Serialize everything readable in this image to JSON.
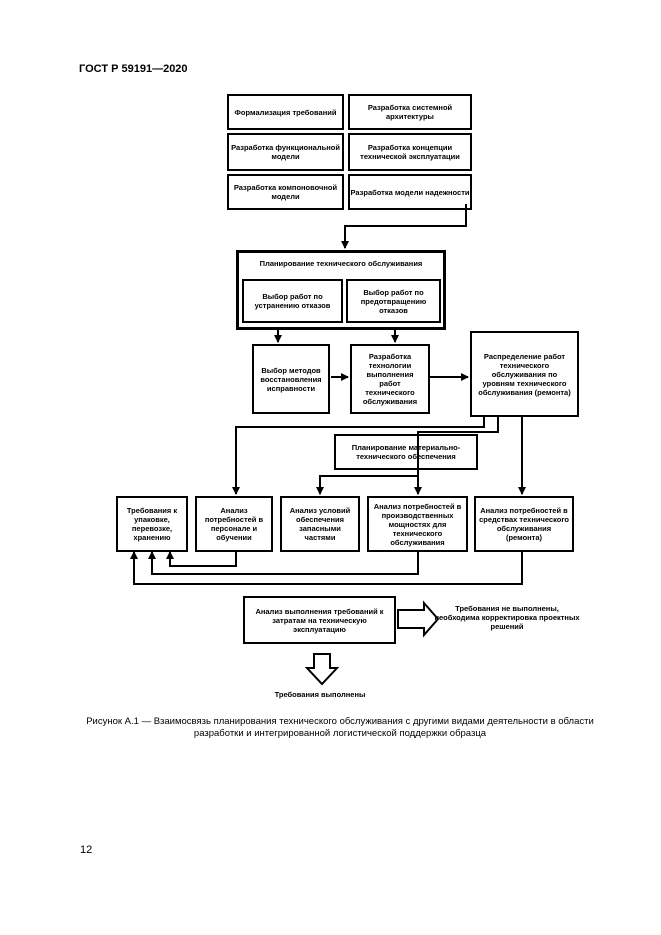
{
  "header": {
    "doc_code": "ГОСТ Р 59191—2020"
  },
  "footer": {
    "page_number": "12"
  },
  "figure": {
    "top_boxes": {
      "req_formalization": "Формализация требований",
      "system_architecture": "Разработка системной архитектуры",
      "functional_model": "Разработка функциональной модели",
      "operation_concept": "Разработка концепции технической эксплуатации",
      "layout_model": "Разработка компоновочной модели",
      "reliability_model": "Разработка модели надежности"
    },
    "maintenance_planning": {
      "title": "Планирование технического обслуживания",
      "failure_elimination": "Выбор работ по устранению отказов",
      "failure_prevention": "Выбор работ по предотвращению отказов"
    },
    "restore_methods": "Выбор методов восстановления исправности",
    "technology_dev": "Разработка технологии выполнения работ технического обслуживания",
    "work_distribution": "Распределение работ технического обслуживания по уровням технического обслуживания (ремонта)",
    "logistics_planning": "Планирование материально-технического обеспечения",
    "bottom_row": {
      "packaging": "Требования к упаковке, перевозке, хранению",
      "personnel": "Анализ потребностей в персонале и обучении",
      "spare_parts": "Анализ условий обеспечения запасными частями",
      "production_capacity": "Анализ потребностей в производственных мощностях для технического обслуживания",
      "maintenance_means": "Анализ потребностей в средствах технического обслуживания (ремонта)"
    },
    "cost_analysis": "Анализ выполнения требований к затратам на техническую эксплуатацию",
    "not_met": "Требования не выполнены, необходима корректировка проектных решений",
    "met": "Требования выполнены"
  },
  "caption": "Рисунок А.1 — Взаимосвязь планирования технического обслуживания с другими видами деятельности в области разработки и интегрированной логистической поддержки образца"
}
